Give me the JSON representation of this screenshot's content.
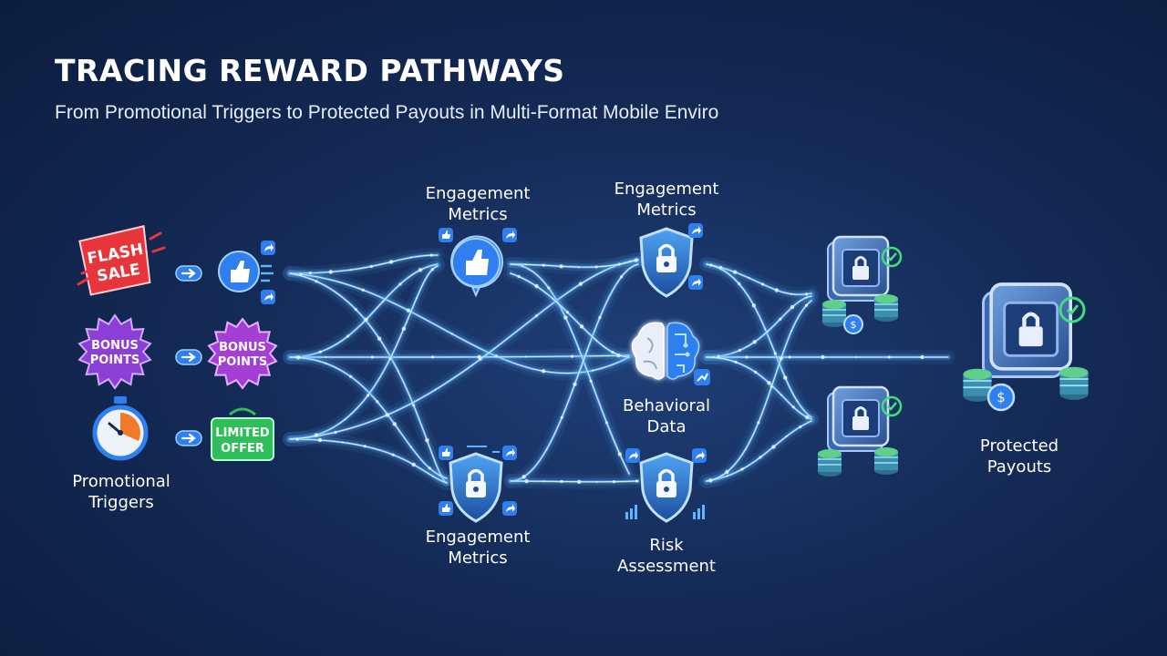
{
  "header": {
    "title": "TRACING REWARD PATHWAYS",
    "subtitle": "From Promotional Triggers to Protected Payouts in Multi-Format Mobile Enviro"
  },
  "triggers": {
    "flash_sale": {
      "line1": "FLASH",
      "line2": "SALE"
    },
    "bonus_points": {
      "line1": "BONUS",
      "line2": "POINTS"
    },
    "limited_offer": {
      "line1": "LIMITED",
      "line2": "OFFER"
    },
    "label": {
      "line1": "Promotional",
      "line2": "Triggers"
    }
  },
  "nodes": {
    "engagement_top_left": {
      "line1": "Engagement",
      "line2": "Metrics"
    },
    "engagement_top_right": {
      "line1": "Engagement",
      "line2": "Metrics"
    },
    "behavioral": {
      "line1": "Behavioral",
      "line2": "Data"
    },
    "engagement_bottom": {
      "line1": "Engagement",
      "line2": "Metrics"
    },
    "risk": {
      "line1": "Risk",
      "line2": "Assessment"
    }
  },
  "payout": {
    "line1": "Protected",
    "line2": "Payouts"
  },
  "icons": [
    "flash-sale-badge",
    "bonus-points-badge",
    "stopwatch-icon",
    "thumbs-up-icon",
    "limited-offer-badge",
    "shield-lock-icon",
    "brain-icon",
    "vault-lock-icon",
    "coin-stack-icon",
    "share-icon",
    "trend-chart-icon"
  ],
  "colors": {
    "background": "#142b57",
    "stream": "#5fb4ff",
    "flash_red": "#e8353b",
    "bonus_purple": "#8b3fd6",
    "offer_green": "#2fbf5a",
    "timer_orange": "#f07a2a",
    "check_green": "#3ee07a",
    "coin_green": "#3aa86a"
  }
}
